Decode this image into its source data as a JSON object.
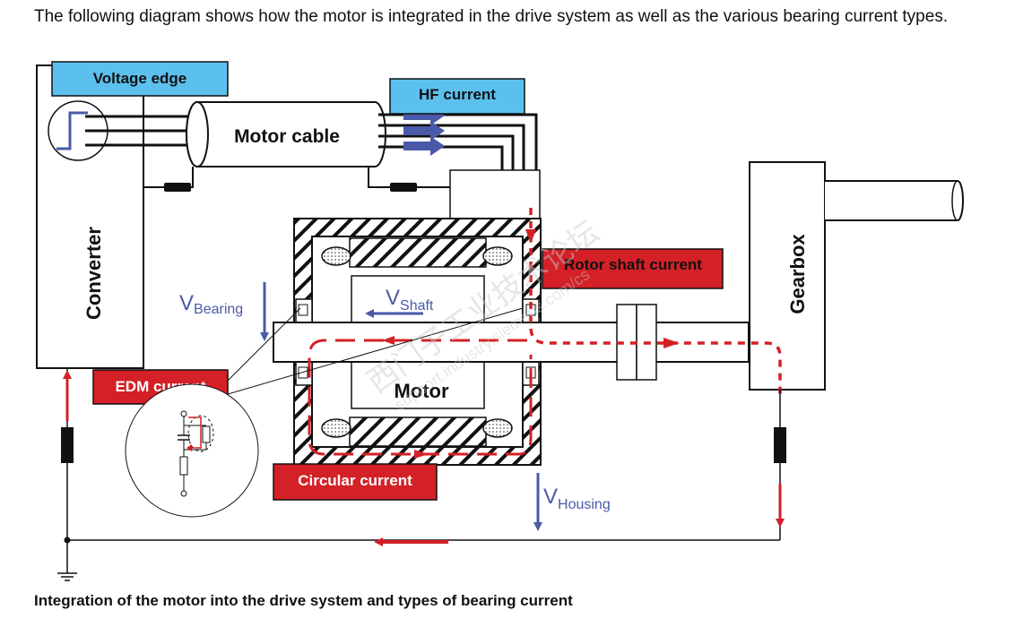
{
  "intro_text": "The following diagram shows how the motor is integrated in the drive system as well as the various bearing current types.",
  "caption": "Integration of the motor into the drive system and types of bearing current",
  "labels": {
    "voltage_edge": "Voltage edge",
    "hf_current": "HF current",
    "motor_cable": "Motor cable",
    "converter": "Converter",
    "gearbox": "Gearbox",
    "motor": "Motor",
    "rotor_shaft_current": "Rotor shaft current",
    "edm_current": "EDM current",
    "circular_current": "Circular current",
    "v_bearing_main": "V",
    "v_bearing_sub": "Bearing",
    "v_shaft_main": "V",
    "v_shaft_sub": "Shaft",
    "v_housing_main": "V",
    "v_housing_sub": "Housing"
  },
  "watermark": {
    "line1": "西门子工业技术论坛",
    "line2": "support.industry.siemens.com/cs"
  },
  "colors": {
    "label_blue": "#5bc0ee",
    "label_red": "#d42027",
    "arrow_red": "#d42027",
    "arrow_blue": "#4a5aa8",
    "line": "#111111"
  }
}
